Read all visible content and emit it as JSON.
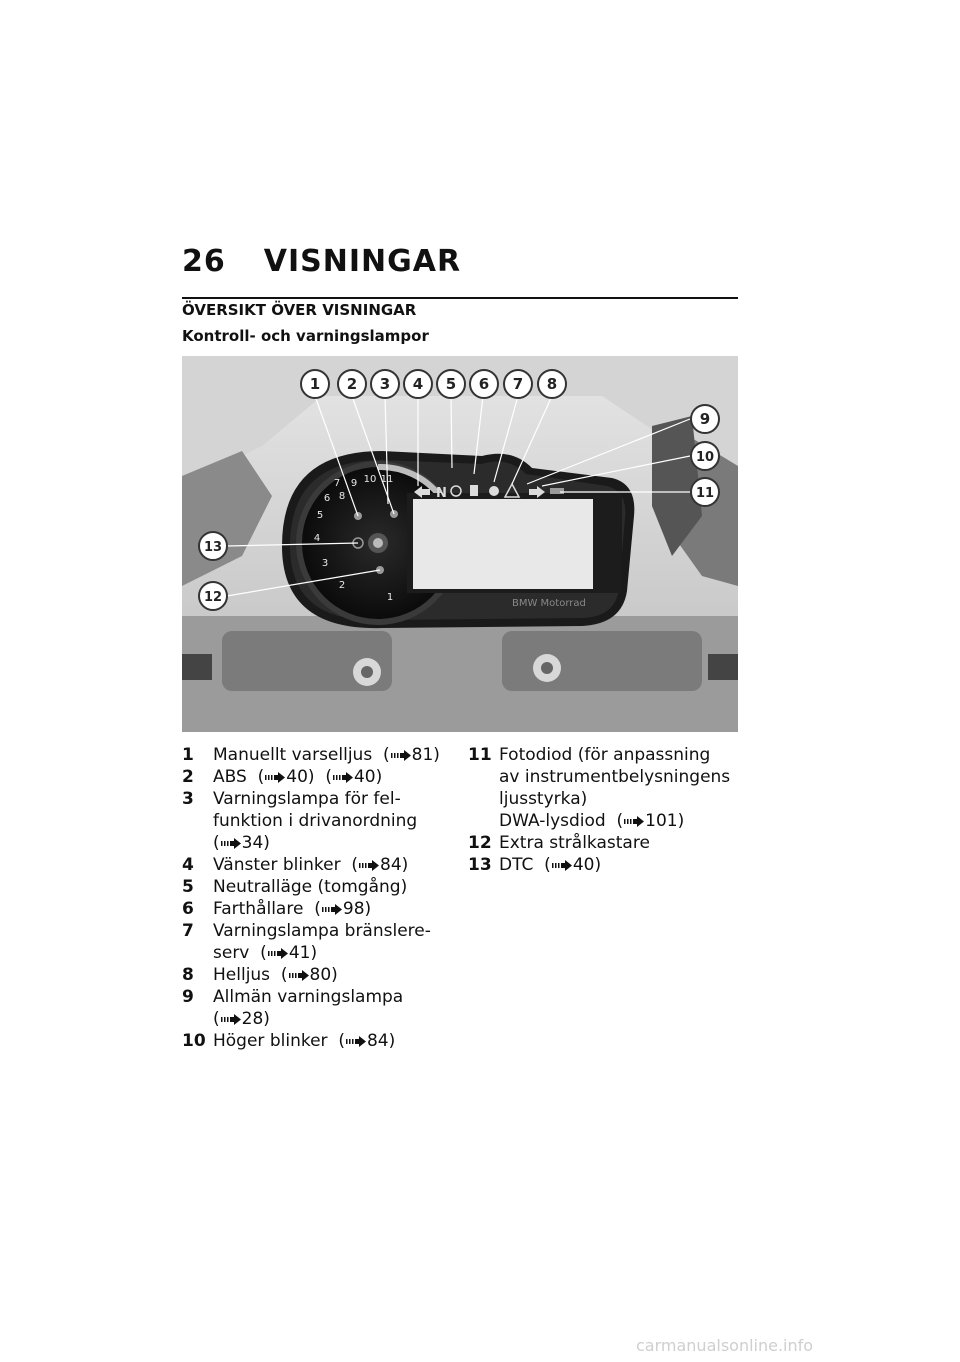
{
  "header": {
    "page_number": "26",
    "chapter": "VISNINGAR"
  },
  "section_title": "ÖVERSIKT ÖVER VISNINGAR",
  "subsection_title": "Kontroll- och varningslampor",
  "figure": {
    "callouts": [
      "1",
      "2",
      "3",
      "4",
      "5",
      "6",
      "7",
      "8",
      "9",
      "10",
      "11",
      "12",
      "13"
    ],
    "speedo_scale": [
      "1",
      "2",
      "3",
      "4",
      "5",
      "6",
      "7",
      "8",
      "9",
      "10",
      "11"
    ],
    "brand_text": "BMW Motorrad"
  },
  "items_left": [
    {
      "n": "1",
      "lines": [
        "Manuellt varselljus"
      ],
      "refs": [
        "81)"
      ]
    },
    {
      "n": "2",
      "lines": [
        "ABS"
      ],
      "refs": [
        "40)",
        "40)"
      ]
    },
    {
      "n": "3",
      "lines": [
        "Varningslampa för fel-",
        "funktion i drivanordning"
      ],
      "refs": [
        "34)"
      ]
    },
    {
      "n": "4",
      "lines": [
        "Vänster blinker"
      ],
      "refs": [
        "84)"
      ]
    },
    {
      "n": "5",
      "lines": [
        "Neutralläge (tomgång)"
      ],
      "refs": []
    },
    {
      "n": "6",
      "lines": [
        "Farthållare"
      ],
      "refs": [
        "98)"
      ]
    },
    {
      "n": "7",
      "lines": [
        "Varningslampa bränslere-",
        "serv"
      ],
      "refs": [
        "41)"
      ]
    },
    {
      "n": "8",
      "lines": [
        "Helljus"
      ],
      "refs": [
        "80)"
      ]
    },
    {
      "n": "9",
      "lines": [
        "Allmän varningslampa"
      ],
      "refs": [
        "28)"
      ]
    },
    {
      "n": "10",
      "lines": [
        "Höger blinker"
      ],
      "refs": [
        "84)"
      ]
    }
  ],
  "items_right": [
    {
      "n": "11",
      "lines": [
        "Fotodiod (för anpassning",
        "av instrumentbelysningens",
        "ljusstyrka)",
        "DWA-lysdiod"
      ],
      "refs": [
        "101)"
      ]
    },
    {
      "n": "12",
      "lines": [
        "Extra strålkastare"
      ],
      "refs": []
    },
    {
      "n": "13",
      "lines": [
        "DTC"
      ],
      "refs": [
        "40)"
      ]
    }
  ],
  "footer": {
    "url": "carmanualsonline.info"
  }
}
